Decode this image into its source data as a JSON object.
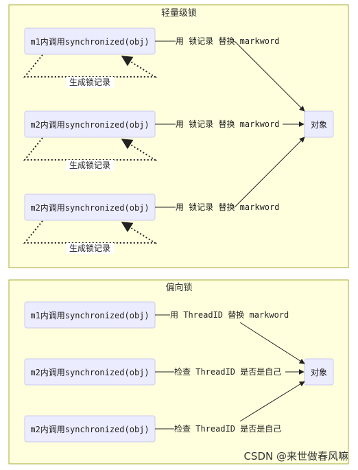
{
  "lightweight_lock": {
    "title": "轻量级锁",
    "calls": [
      "m1内调用synchronized(obj)",
      "m2内调用synchronized(obj)",
      "m2内调用synchronized(obj)"
    ],
    "edge_label": "用 锁记录 替换 markword",
    "loop_label": "生成锁记录",
    "target": "对象"
  },
  "biased_lock": {
    "title": "偏向锁",
    "calls": [
      "m1内调用synchronized(obj)",
      "m2内调用synchronized(obj)",
      "m2内调用synchronized(obj)"
    ],
    "edge_labels": [
      "用 ThreadID 替换 markword",
      "检查 ThreadID 是否是自己",
      "检查 ThreadID 是否是自己"
    ],
    "target": "对象"
  },
  "watermark": "CSDN @来世做春风嘛"
}
